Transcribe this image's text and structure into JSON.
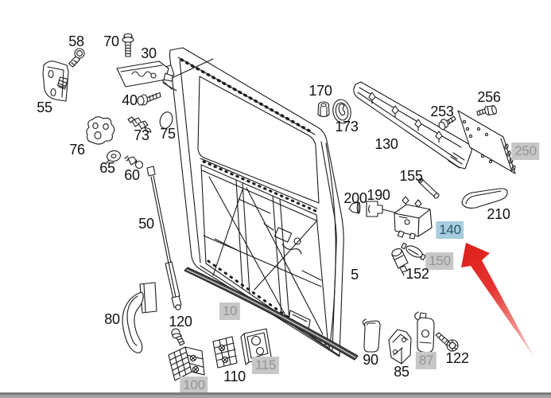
{
  "diagram": {
    "kind": "exploded parts diagram",
    "subject": "vehicle tailgate assembly",
    "highlighted_part": "140",
    "arrow": {
      "points_to": "140",
      "color": "#e0211c"
    },
    "colors": {
      "line": "#1b1b1b",
      "chip_grey_bg": "#c7c7c7",
      "chip_grey_text": "#949494",
      "chip_blue_bg": "#a8cede",
      "chip_blue_text": "#27536e",
      "arrow_red": "#e0211c"
    },
    "parts": {
      "p5": {
        "text": "5"
      },
      "p10": {
        "text": "10",
        "highlight": "grey"
      },
      "p30": {
        "text": "30"
      },
      "p40": {
        "text": "40"
      },
      "p50": {
        "text": "50"
      },
      "p55": {
        "text": "55"
      },
      "p58": {
        "text": "58"
      },
      "p60": {
        "text": "60"
      },
      "p65": {
        "text": "65"
      },
      "p70": {
        "text": "70"
      },
      "p73": {
        "text": "73"
      },
      "p75": {
        "text": "75"
      },
      "p76": {
        "text": "76"
      },
      "p80": {
        "text": "80"
      },
      "p85": {
        "text": "85"
      },
      "p87": {
        "text": "87",
        "highlight": "grey"
      },
      "p90": {
        "text": "90"
      },
      "p100": {
        "text": "100",
        "highlight": "grey"
      },
      "p110": {
        "text": "110"
      },
      "p115": {
        "text": "115",
        "highlight": "grey"
      },
      "p120": {
        "text": "120"
      },
      "p122": {
        "text": "122"
      },
      "p130": {
        "text": "130"
      },
      "p140": {
        "text": "140",
        "highlight": "blue"
      },
      "p150": {
        "text": "150",
        "highlight": "grey"
      },
      "p152": {
        "text": "152"
      },
      "p155": {
        "text": "155"
      },
      "p170": {
        "text": "170"
      },
      "p173": {
        "text": "173"
      },
      "p190": {
        "text": "190"
      },
      "p200": {
        "text": "200"
      },
      "p210": {
        "text": "210"
      },
      "p250": {
        "text": "250",
        "highlight": "grey"
      },
      "p253": {
        "text": "253"
      },
      "p256": {
        "text": "256"
      }
    }
  }
}
